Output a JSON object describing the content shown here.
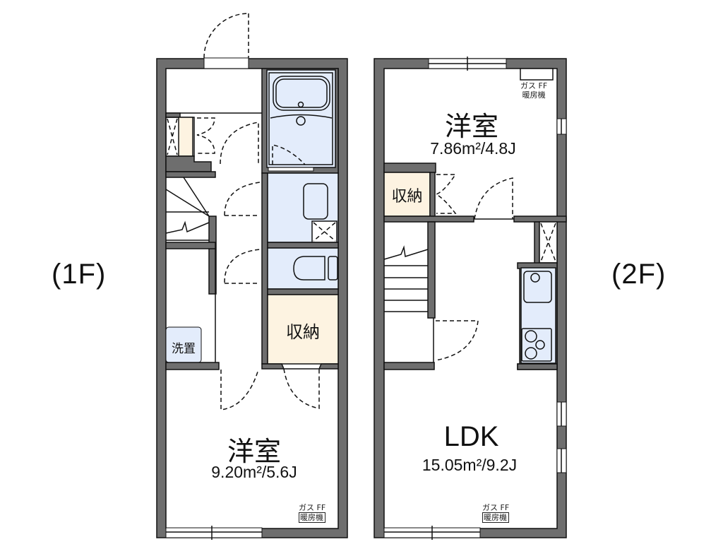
{
  "colors": {
    "wall": "#6e6e6e",
    "wall_outline": "#111111",
    "wet_area": "#e3ecfb",
    "storage": "#fdf3e1",
    "background": "#ffffff"
  },
  "floors": [
    {
      "label": "(1F)",
      "rooms": [
        {
          "name": "洋室",
          "area": "9.20m²/5.6J"
        },
        {
          "name": "収納"
        },
        {
          "name": "洗置"
        }
      ],
      "heater": {
        "line1": "ガス FF",
        "line2": "暖房機"
      }
    },
    {
      "label": "(2F)",
      "rooms": [
        {
          "name": "洋室",
          "area": "7.86m²/4.8J"
        },
        {
          "name": "収納"
        },
        {
          "name": "LDK",
          "area": "15.05m²/9.2J"
        }
      ],
      "heater_top": {
        "line1": "ガス FF",
        "line2": "暖房機"
      },
      "heater_bottom": {
        "line1": "ガス FF",
        "line2": "暖房機"
      }
    }
  ]
}
